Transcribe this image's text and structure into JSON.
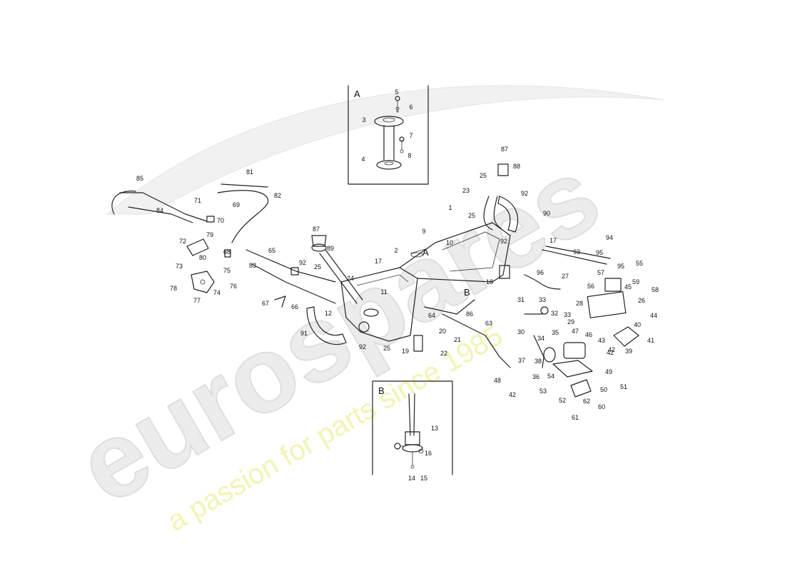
{
  "watermark": {
    "logo_text": "eurospares",
    "tagline": "a passion for parts since 1985",
    "logo_color": "#e9e9e9",
    "tagline_color": "#f4f4b8"
  },
  "insets": [
    {
      "label": "A"
    },
    {
      "label": "B"
    }
  ],
  "tank_markers": [
    {
      "label": "A"
    },
    {
      "label": "B"
    }
  ],
  "callouts": [
    {
      "text": "5"
    },
    {
      "text": "6"
    },
    {
      "text": "3"
    },
    {
      "text": "7"
    },
    {
      "text": "8"
    },
    {
      "text": "4"
    },
    {
      "text": "87"
    },
    {
      "text": "88"
    },
    {
      "text": "25"
    },
    {
      "text": "23"
    },
    {
      "text": "92"
    },
    {
      "text": "90"
    },
    {
      "text": "25"
    },
    {
      "text": "17"
    },
    {
      "text": "92"
    },
    {
      "text": "1"
    },
    {
      "text": "9"
    },
    {
      "text": "10"
    },
    {
      "text": "2"
    },
    {
      "text": "17"
    },
    {
      "text": "87"
    },
    {
      "text": "89"
    },
    {
      "text": "92"
    },
    {
      "text": "25"
    },
    {
      "text": "24"
    },
    {
      "text": "11"
    },
    {
      "text": "12"
    },
    {
      "text": "91"
    },
    {
      "text": "92"
    },
    {
      "text": "25"
    },
    {
      "text": "18"
    },
    {
      "text": "64"
    },
    {
      "text": "20"
    },
    {
      "text": "21"
    },
    {
      "text": "19"
    },
    {
      "text": "22"
    },
    {
      "text": "86"
    },
    {
      "text": "63"
    },
    {
      "text": "48"
    },
    {
      "text": "42"
    },
    {
      "text": "85"
    },
    {
      "text": "81"
    },
    {
      "text": "82"
    },
    {
      "text": "69"
    },
    {
      "text": "71"
    },
    {
      "text": "84"
    },
    {
      "text": "70"
    },
    {
      "text": "72"
    },
    {
      "text": "79"
    },
    {
      "text": "80"
    },
    {
      "text": "68"
    },
    {
      "text": "73"
    },
    {
      "text": "65"
    },
    {
      "text": "83"
    },
    {
      "text": "75"
    },
    {
      "text": "76"
    },
    {
      "text": "74"
    },
    {
      "text": "78"
    },
    {
      "text": "77"
    },
    {
      "text": "67"
    },
    {
      "text": "66"
    },
    {
      "text": "94"
    },
    {
      "text": "93"
    },
    {
      "text": "95"
    },
    {
      "text": "95"
    },
    {
      "text": "55"
    },
    {
      "text": "57"
    },
    {
      "text": "96"
    },
    {
      "text": "27"
    },
    {
      "text": "59"
    },
    {
      "text": "56"
    },
    {
      "text": "58"
    },
    {
      "text": "28"
    },
    {
      "text": "45"
    },
    {
      "text": "26"
    },
    {
      "text": "31"
    },
    {
      "text": "33"
    },
    {
      "text": "32"
    },
    {
      "text": "33"
    },
    {
      "text": "29"
    },
    {
      "text": "44"
    },
    {
      "text": "40"
    },
    {
      "text": "30"
    },
    {
      "text": "34"
    },
    {
      "text": "35"
    },
    {
      "text": "47"
    },
    {
      "text": "46"
    },
    {
      "text": "43"
    },
    {
      "text": "42"
    },
    {
      "text": "41"
    },
    {
      "text": "39"
    },
    {
      "text": "37"
    },
    {
      "text": "38"
    },
    {
      "text": "36"
    },
    {
      "text": "54"
    },
    {
      "text": "49"
    },
    {
      "text": "42"
    },
    {
      "text": "53"
    },
    {
      "text": "50"
    },
    {
      "text": "51"
    },
    {
      "text": "52"
    },
    {
      "text": "62"
    },
    {
      "text": "60"
    },
    {
      "text": "61"
    },
    {
      "text": "13"
    },
    {
      "text": "16"
    },
    {
      "text": "14"
    },
    {
      "text": "15"
    }
  ]
}
